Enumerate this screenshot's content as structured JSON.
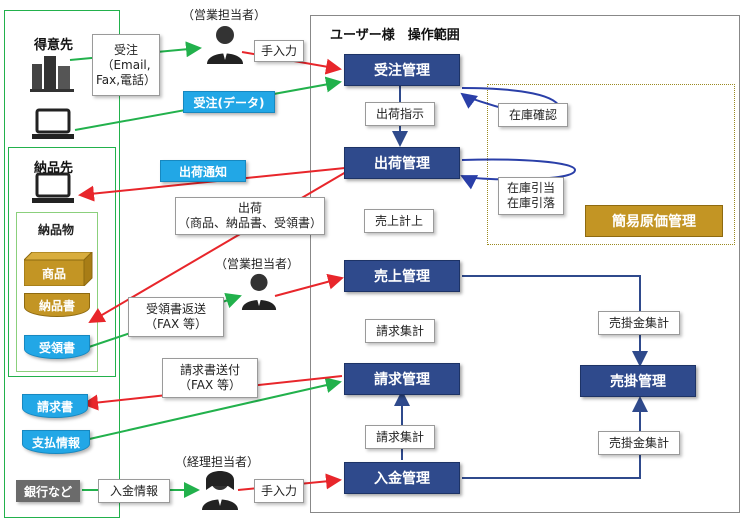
{
  "left_labels": {
    "customer": "得意先",
    "delivery": "納品先",
    "goods_header": "納品物",
    "bank": "銀行など"
  },
  "scope_title": "ユーザー様　操作範囲",
  "persons": {
    "sales_top": "（営業担当者）",
    "sales_mid": "（営業担当者）",
    "accounting": "（経理担当者）"
  },
  "processes": {
    "order": "受注管理",
    "ship": "出荷管理",
    "sales": "売上管理",
    "invoice": "請求管理",
    "payment": "入金管理",
    "payable": "売掛管理"
  },
  "notes": {
    "order_in": "受注\n（Email,\nFax,電話）",
    "manual_top": "手入力",
    "ship_instr": "出荷指示",
    "stock_check": "在庫確認",
    "stock_alloc": "在庫引当\n在庫引落",
    "shipment": "出荷\n（商品、納品書、受領書）",
    "sales_posting": "売上計上",
    "receipt_return": "受領書返送\n（FAX 等）",
    "billing_total_mid": "請求集計",
    "payable_total_top": "売掛金集計",
    "invoice_send": "請求書送付\n（FAX 等）",
    "billing_total_low": "請求集計",
    "payable_total_low": "売掛金集計",
    "payment_info": "入金情報",
    "manual_bottom": "手入力"
  },
  "blue_tags": {
    "order_data": "受注(データ)",
    "ship_notice": "出荷通知"
  },
  "goods": {
    "product": "商品",
    "delivery_note": "納品書",
    "receipt": "受領書"
  },
  "docs": {
    "invoice": "請求書",
    "payment_info": "支払情報"
  },
  "cost": {
    "label": "簡易原価管理"
  },
  "colors": {
    "green": "#22b14c",
    "red": "#e8262b",
    "navy": "#2f4a8c",
    "blue": "#22a7e6",
    "gold": "#c39524"
  }
}
